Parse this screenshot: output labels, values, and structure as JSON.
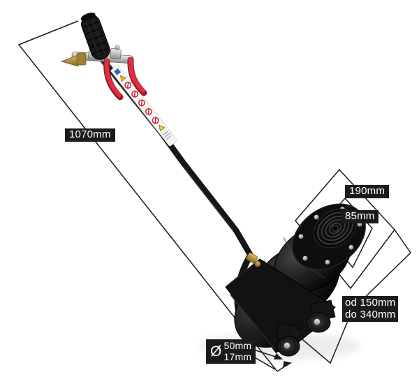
{
  "page": {
    "background": "#ffffff"
  },
  "product": {
    "name": "pneumatic air bag jack with long lever handle",
    "colors": {
      "body": "#161616",
      "lever_red": "#d93244",
      "brass": "#b8903f",
      "chrome": "#c9c9c9",
      "sticker": "#f4f4f2",
      "dimension_line": "#1a1a1a",
      "label_background": "#1b1b1b",
      "label_text": "#ffffff"
    }
  },
  "dimensions": {
    "handle_length": {
      "label": "1070mm"
    },
    "top_plate_width": {
      "label": "190mm"
    },
    "pad_diameter": {
      "label": "85mm"
    },
    "lift_range": {
      "line1": "od 150mm",
      "line2": "do 340mm"
    },
    "wheel": {
      "symbol": "Ø",
      "line1": "50mm",
      "line2": "17mm"
    }
  }
}
